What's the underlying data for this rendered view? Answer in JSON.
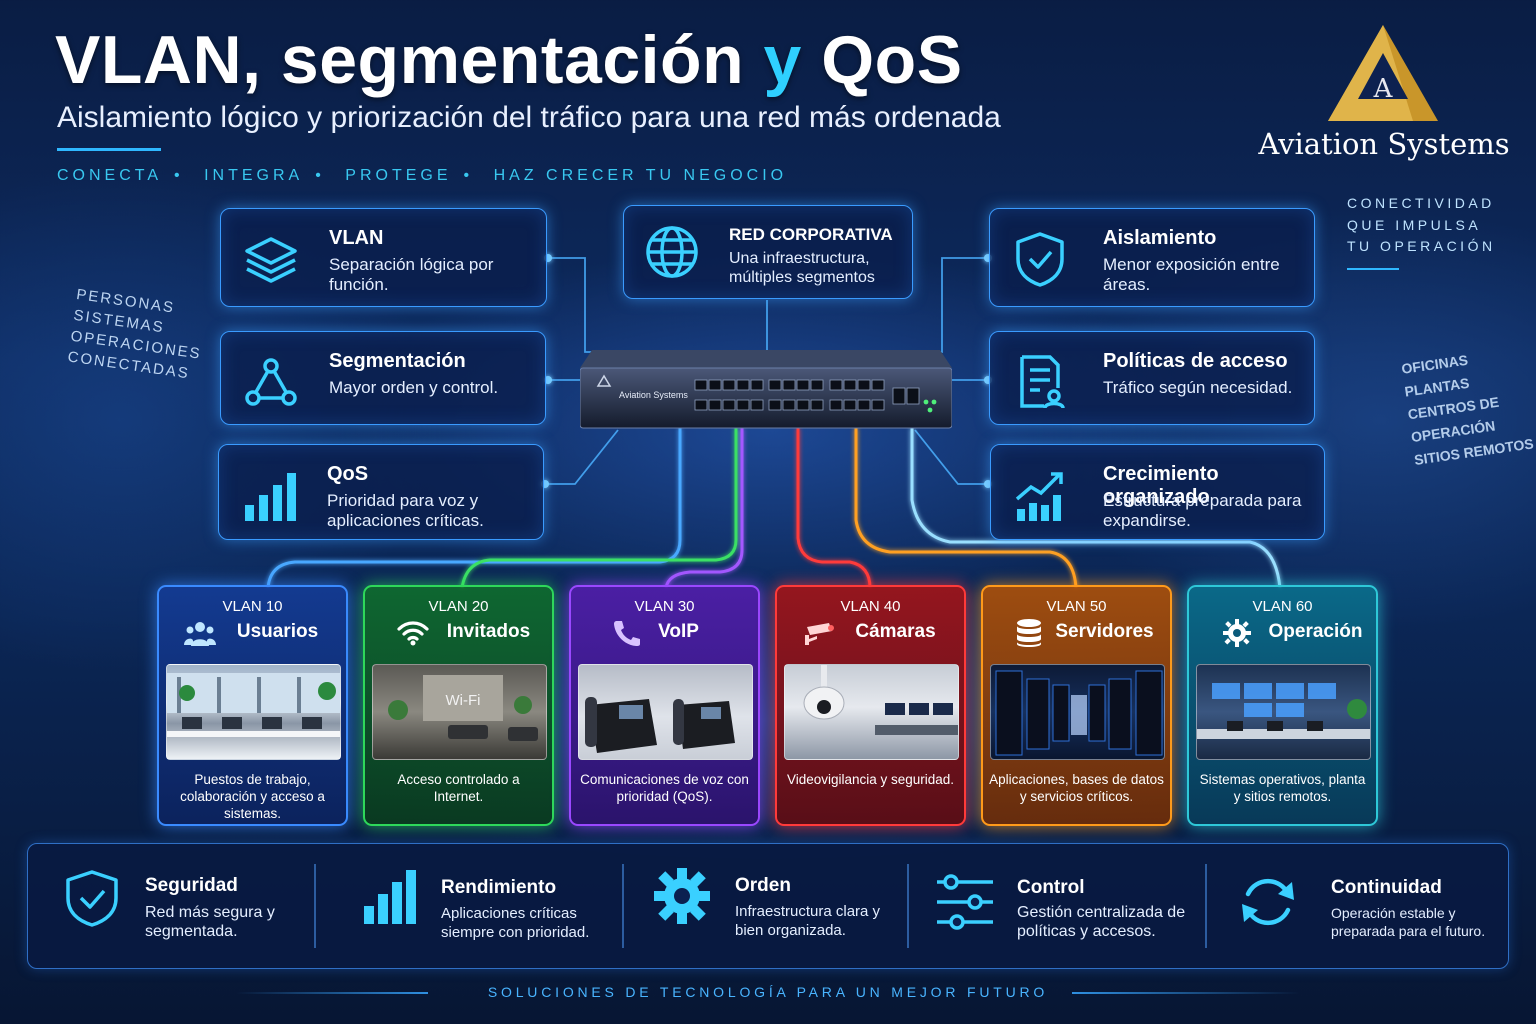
{
  "header": {
    "title_main": "VLAN, segmentación",
    "title_y": "y",
    "title_end": "QoS",
    "subtitle": "Aislamiento lógico y priorización del tráfico para una red más ordenada",
    "tagline": [
      "CONECTA",
      "INTEGRA",
      "PROTEGE",
      "HAZ CRECER TU NEGOCIO"
    ],
    "tagline_sep": "•"
  },
  "logo": {
    "letter": "A",
    "name": "Aviation Systems",
    "colors": {
      "gold": "#c9962a",
      "dark": "#3a2a10"
    }
  },
  "right_slogan": [
    "CONECTIVIDAD",
    "QUE IMPULSA",
    "TU OPERACIÓN"
  ],
  "left_side_text": [
    "PERSONAS",
    "SISTEMAS",
    "OPERACIONES",
    "CONECTADAS"
  ],
  "right_side_text": [
    "OFICINAS",
    "PLANTAS",
    "CENTROS DE OPERACIÓN",
    "SITIOS REMOTOS"
  ],
  "features": [
    {
      "title": "VLAN",
      "desc": "Separación lógica por función.",
      "icon": "layers-icon"
    },
    {
      "title": "Segmentación",
      "desc": "Mayor orden y control.",
      "icon": "nodes-icon"
    },
    {
      "title": "QoS",
      "desc": "Prioridad para voz y aplicaciones críticas.",
      "icon": "bars-icon"
    },
    {
      "title": "RED CORPORATIVA",
      "desc": "Una infraestructura, múltiples segmentos",
      "icon": "globe-icon"
    },
    {
      "title": "Aislamiento",
      "desc": "Menor exposición entre áreas.",
      "icon": "shield-check-icon"
    },
    {
      "title": "Políticas de acceso",
      "desc": "Tráfico según necesidad.",
      "icon": "policy-doc-icon"
    },
    {
      "title": "Crecimiento organizado",
      "desc": "Estructura preparada para expandirse.",
      "icon": "growth-chart-icon"
    }
  ],
  "switch": {
    "brand": "Aviation Systems"
  },
  "vlans": [
    {
      "id": "VLAN 10",
      "name": "Usuarios",
      "desc": "Puestos de trabajo, colaboración y acceso a sistemas.",
      "color": "#3a8bff",
      "icon": "users-icon"
    },
    {
      "id": "VLAN 20",
      "name": "Invitados",
      "desc": "Acceso controlado a Internet.",
      "color": "#2ed85a",
      "icon": "wifi-icon",
      "photo_label": "Wi-Fi"
    },
    {
      "id": "VLAN 30",
      "name": "VoIP",
      "desc": "Comunicaciones de voz con prioridad (QoS).",
      "color": "#9a48ff",
      "icon": "phone-icon"
    },
    {
      "id": "VLAN 40",
      "name": "Cámaras",
      "desc": "Videovigilancia y seguridad.",
      "color": "#ff3a3a",
      "icon": "camera-icon"
    },
    {
      "id": "VLAN 50",
      "name": "Servidores",
      "desc": "Aplicaciones, bases de datos y servicios críticos.",
      "color": "#ff9a1a",
      "icon": "database-icon"
    },
    {
      "id": "VLAN 60",
      "name": "Operación",
      "desc": "Sistemas operativos, planta y sitios remotos.",
      "color": "#2ec8d8",
      "icon": "gear-icon"
    }
  ],
  "benefits": [
    {
      "title": "Seguridad",
      "desc": "Red más segura y segmentada.",
      "icon": "shield-check-icon"
    },
    {
      "title": "Rendimiento",
      "desc": "Aplicaciones críticas siempre con prioridad.",
      "icon": "bars-icon"
    },
    {
      "title": "Orden",
      "desc": "Infraestructura clara y bien organizada.",
      "icon": "gear-icon"
    },
    {
      "title": "Control",
      "desc": "Gestión centralizada de políticas y accesos.",
      "icon": "sliders-icon"
    },
    {
      "title": "Continuidad",
      "desc": "Operación estable y preparada para el futuro.",
      "icon": "refresh-icon"
    }
  ],
  "footer": "SOLUCIONES DE TECNOLOGÍA PARA UN MEJOR FUTURO"
}
